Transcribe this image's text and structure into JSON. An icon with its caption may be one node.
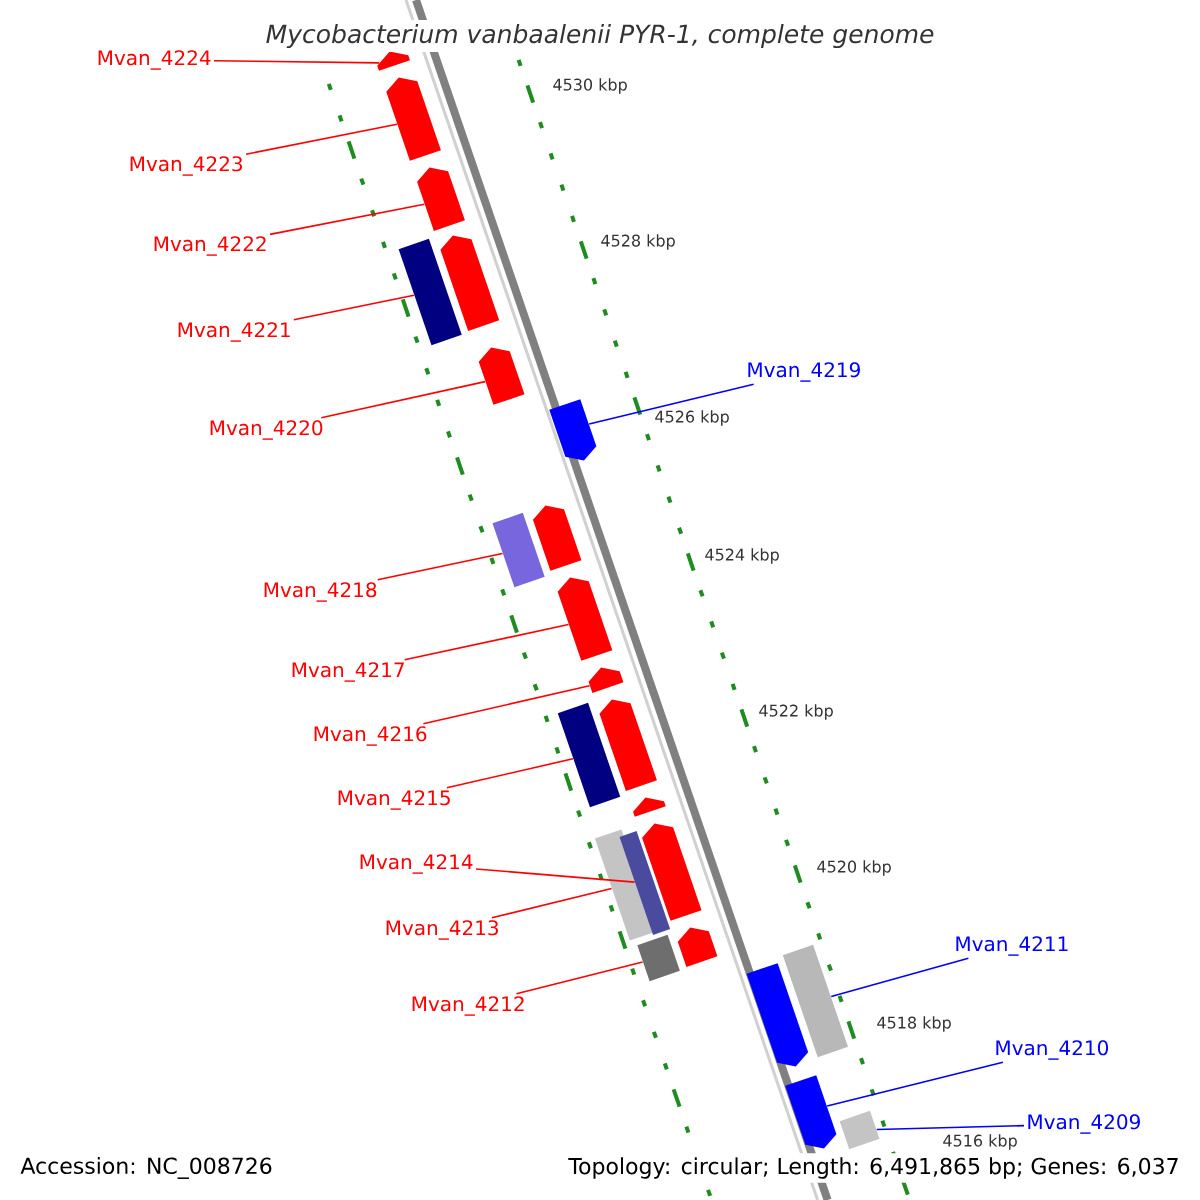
{
  "diagram": {
    "title": "Mycobacterium vanbaalenii PYR-1, complete genome",
    "nodes": [
      {
        "text": [
          "Mvan_4224"
        ]
      },
      {
        "text": [
          "Mvan_4223"
        ]
      },
      {
        "text": [
          "Mvan_4222"
        ]
      },
      {
        "text": [
          "Mvan_4221"
        ]
      },
      {
        "text": [
          "Mvan_4220"
        ]
      },
      {
        "text": [
          "Mvan_4219"
        ]
      },
      {
        "text": [
          "Mvan_4218"
        ]
      },
      {
        "text": [
          "Mvan_4217"
        ]
      },
      {
        "text": [
          "Mvan_4216"
        ]
      },
      {
        "text": [
          "Mvan_4215"
        ]
      },
      {
        "text": [
          "Mvan_4214"
        ]
      },
      {
        "text": [
          "Mvan_4213"
        ]
      },
      {
        "text": [
          "Mvan_4212"
        ]
      },
      {
        "text": [
          "Mvan_4211"
        ]
      },
      {
        "text": [
          "Mvan_4210"
        ]
      },
      {
        "text": [
          "Mvan_4209"
        ]
      },
      {
        "text": [],
        "shape": "pentagon"
      },
      {
        "text": [],
        "shape": "pentagon"
      },
      {
        "text": [],
        "shape": "pentagon"
      },
      {
        "text": [],
        "shape": "box"
      },
      {
        "text": [],
        "shape": "pentagon"
      },
      {
        "text": [],
        "shape": "pentagon"
      },
      {
        "text": [],
        "shape": "pentagon"
      },
      {
        "text": [],
        "shape": "pentagon"
      },
      {
        "text": [],
        "shape": "box"
      },
      {
        "text": [],
        "shape": "pentagon"
      },
      {
        "text": [],
        "shape": "pentagon"
      },
      {
        "text": [],
        "shape": "pentagon"
      },
      {
        "text": [],
        "shape": "box"
      },
      {
        "text": [],
        "shape": "pentagon"
      },
      {
        "text": [],
        "shape": "pentagon"
      },
      {
        "text": [],
        "shape": "box"
      },
      {
        "text": [],
        "shape": "box"
      },
      {
        "text": [],
        "shape": "pentagon"
      },
      {
        "text": [],
        "shape": "box"
      },
      {
        "text": [],
        "shape": "box"
      },
      {
        "text": [],
        "shape": "pentagon"
      },
      {
        "text": [],
        "shape": "pentagon"
      },
      {
        "text": [],
        "shape": "box"
      }
    ],
    "edges": [
      {
        "from": 0,
        "to": 16,
        "arrow": "none"
      },
      {
        "from": 1,
        "to": 17,
        "arrow": "none"
      },
      {
        "from": 2,
        "to": 18,
        "arrow": "none"
      },
      {
        "from": 3,
        "to": 19,
        "arrow": "none"
      },
      {
        "from": 4,
        "to": 21,
        "arrow": "none"
      },
      {
        "from": 5,
        "to": 22,
        "arrow": "none",
        "color": "#0000ff"
      },
      {
        "from": 6,
        "to": 24,
        "arrow": "none"
      },
      {
        "from": 7,
        "to": 25,
        "arrow": "none"
      },
      {
        "from": 8,
        "to": 26,
        "arrow": "none"
      },
      {
        "from": 9,
        "to": 28,
        "arrow": "none"
      },
      {
        "from": 10,
        "to": 32,
        "arrow": "none"
      },
      {
        "from": 11,
        "to": 31,
        "arrow": "none"
      },
      {
        "from": 12,
        "to": 34,
        "arrow": "none"
      },
      {
        "from": 13,
        "to": 35,
        "arrow": "none",
        "color": "#0000ff"
      },
      {
        "from": 14,
        "to": 37,
        "arrow": "none",
        "color": "#0000ff"
      },
      {
        "from": 15,
        "to": 38,
        "arrow": "none",
        "color": "#0000ff"
      }
    ],
    "labels": [
      "4530 kbp",
      "4528 kbp",
      "4526 kbp",
      "4524 kbp",
      "4522 kbp",
      "4520 kbp",
      "4518 kbp",
      "4516 kbp",
      "Accession: NC_008726",
      "Topology: circular; Length: 6,491,865 bp; Genes: 6,037"
    ]
  }
}
